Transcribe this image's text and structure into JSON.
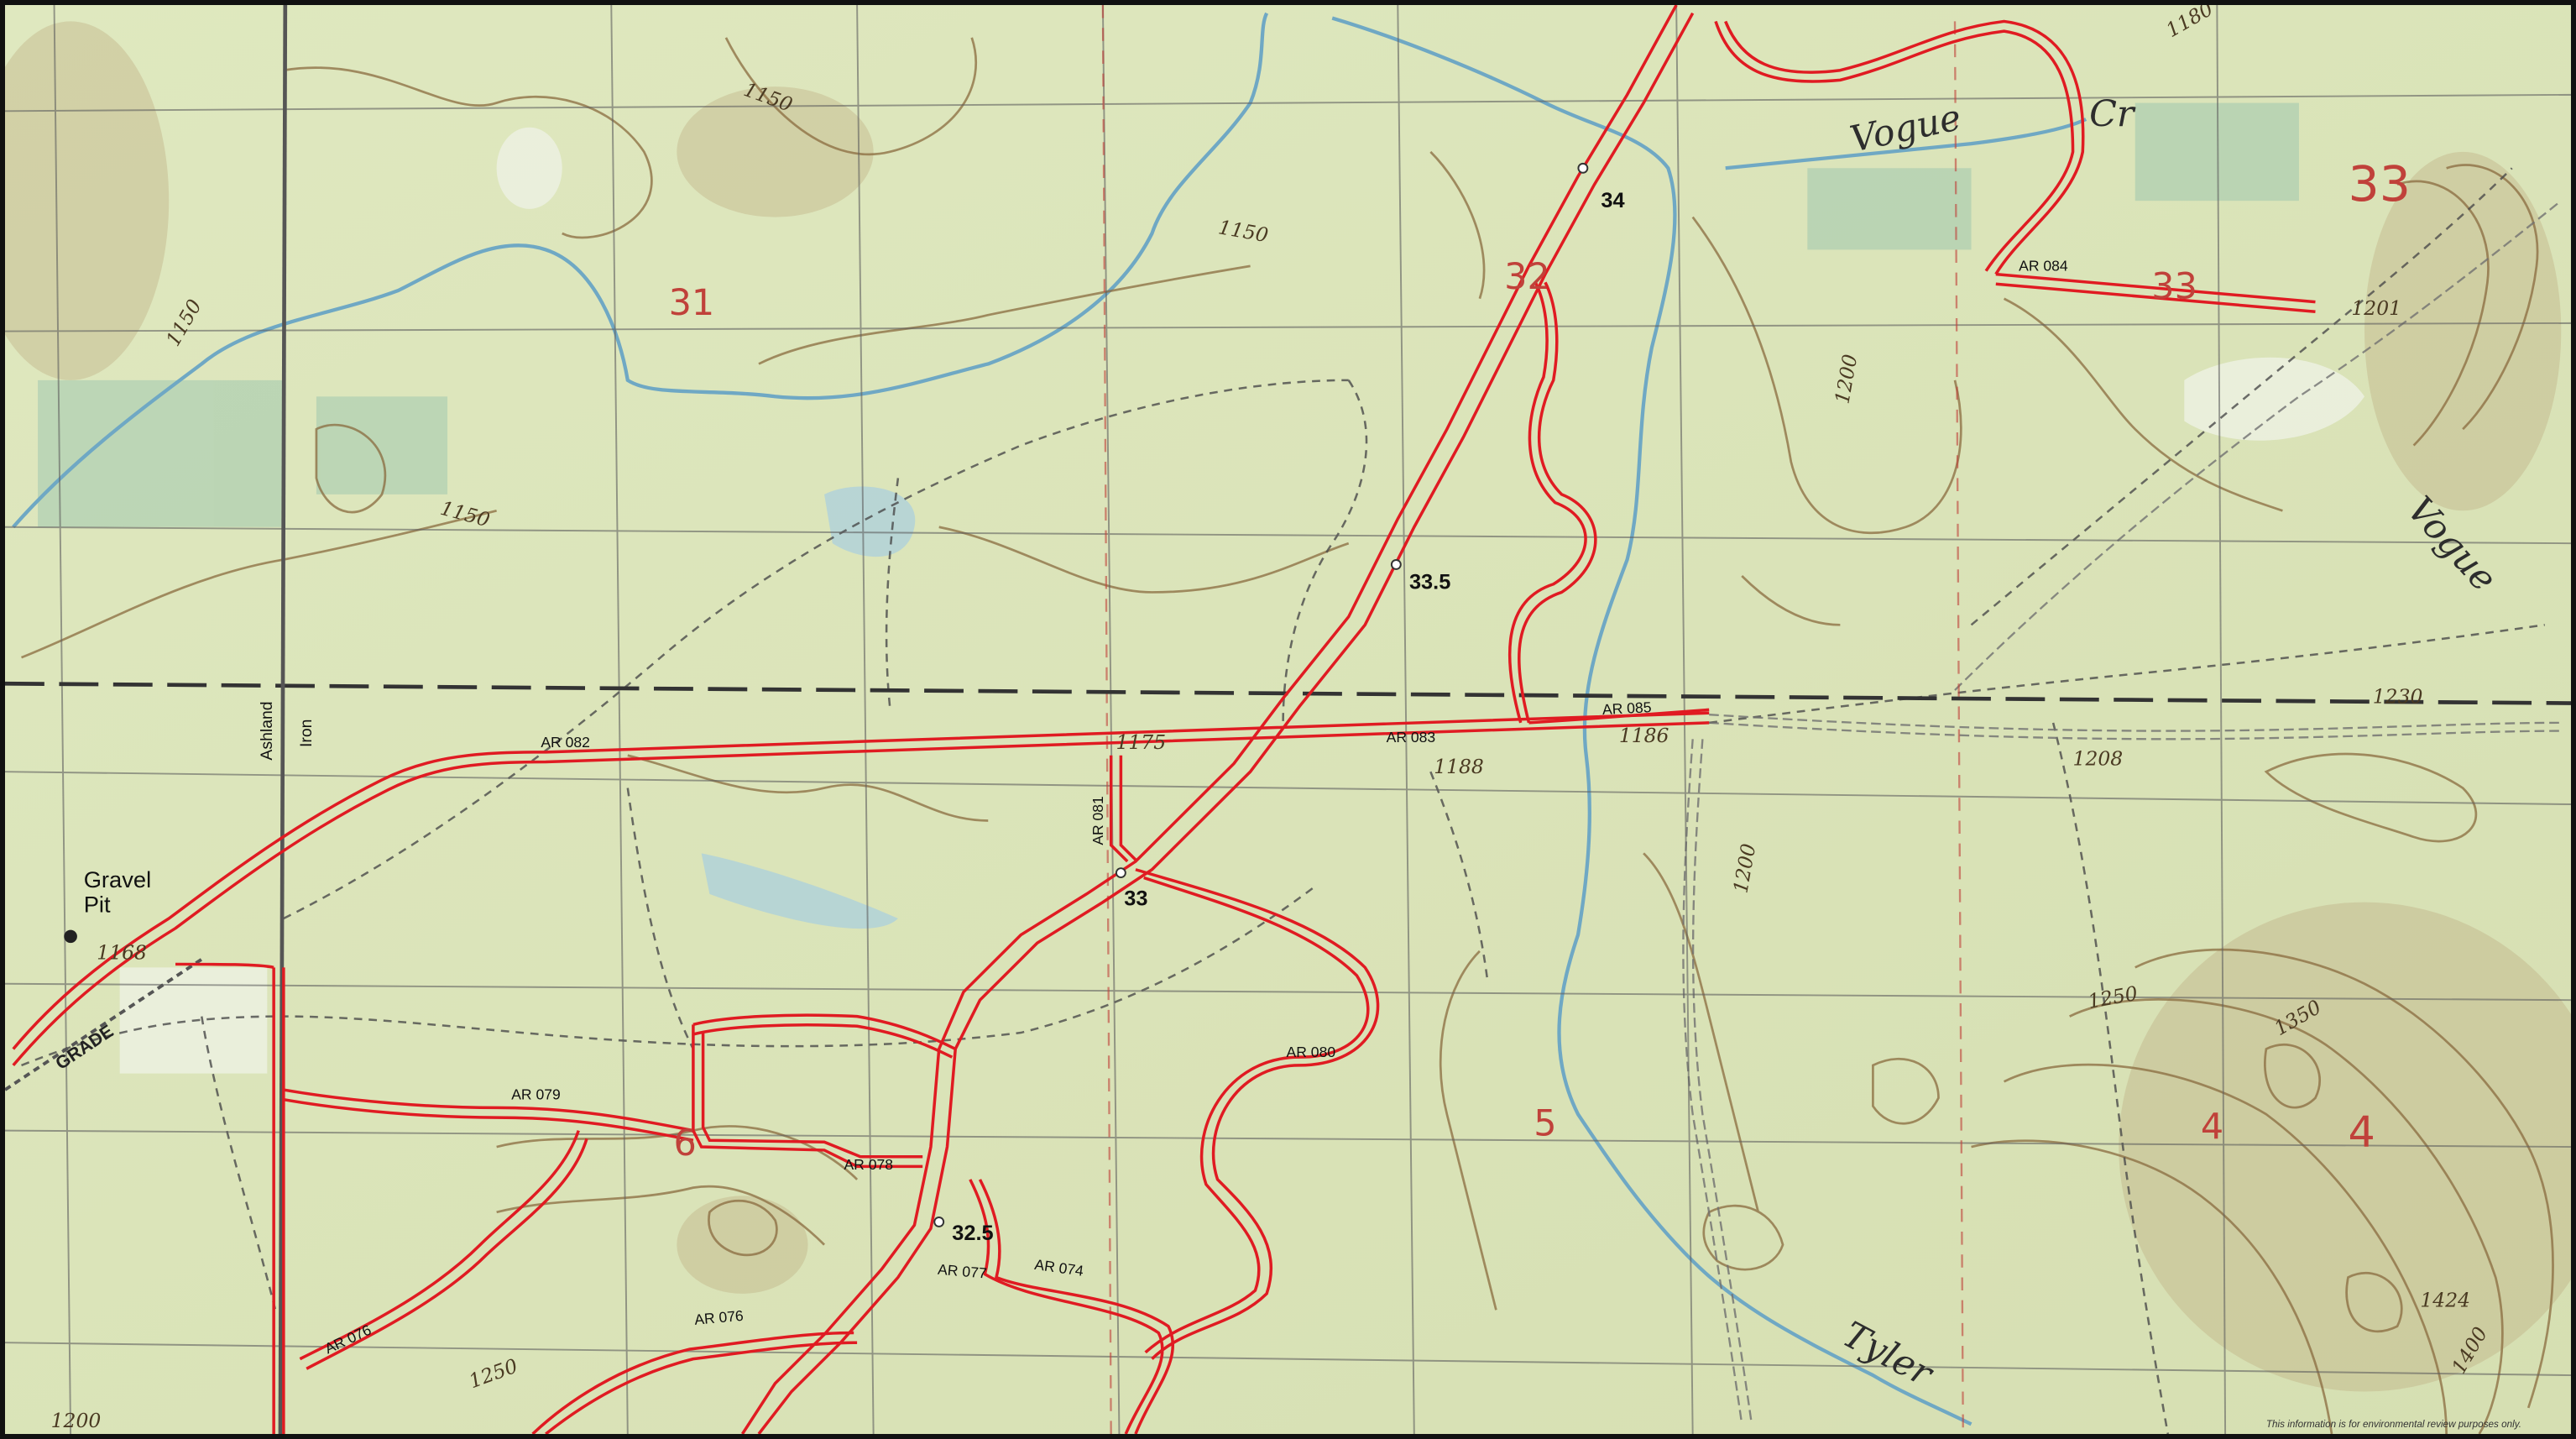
{
  "map": {
    "route_labels": [
      "AR 082",
      "AR 083",
      "AR 085",
      "AR 084",
      "AR 081",
      "AR 080",
      "AR 079",
      "AR 078",
      "AR 077",
      "AR 074",
      "AR 076",
      "AR 076"
    ],
    "mileposts": [
      "34",
      "33.5",
      "33",
      "32.5"
    ],
    "section_numbers": [
      "31",
      "32",
      "33",
      "33",
      "5",
      "6",
      "4",
      "4"
    ],
    "elevations": [
      "1150",
      "1150",
      "1150",
      "1150",
      "1175",
      "1188",
      "1186",
      "1208",
      "1230",
      "1201",
      "1180",
      "1200",
      "1200",
      "1250",
      "1350",
      "1424",
      "1400",
      "1168",
      "1200",
      "1250"
    ],
    "places": {
      "gravel_pit_1": "Gravel",
      "gravel_pit_2": "Pit",
      "grade": "GRADE",
      "county_ashland": "Ashland",
      "county_iron": "Iron"
    },
    "water_labels": {
      "vogue": "Vogue",
      "cr": "Cr",
      "vogue_2": "Vogue",
      "tyler": "Tyler"
    },
    "disclaimer": "This information is for environmental review purposes only.",
    "colors": {
      "base": "#e4ecc7",
      "route": "#e01b22",
      "contour": "#8a6b3f",
      "water": "#6fa8c4",
      "grid": "#5f5f5f",
      "section_text": "#c0413a"
    }
  }
}
